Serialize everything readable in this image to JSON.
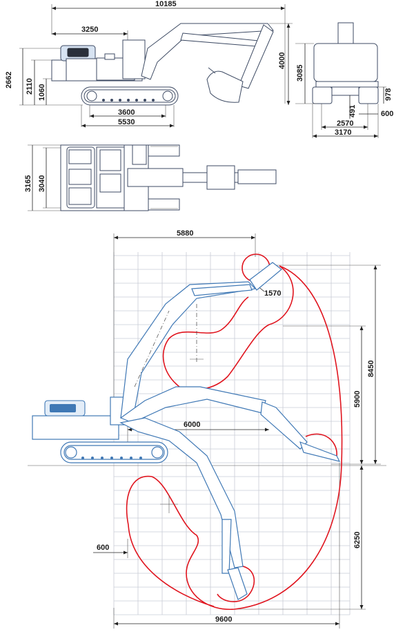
{
  "diagram": {
    "side_view": {
      "overall_length": "10185",
      "tail_to_pivot": "3250",
      "height_cab": "2662",
      "height_counterweight": "2110",
      "counterweight_clearance": "1060",
      "boom_height": "4000",
      "tumbler_distance": "3600",
      "track_length": "5530"
    },
    "front_view": {
      "cab_height": "3085",
      "track_height": "978",
      "ground_clearance": "491",
      "track_gauge": "2570",
      "overall_width": "3170",
      "shoe_width": "600"
    },
    "top_view": {
      "upper_width": "3165",
      "track_width": "3040"
    },
    "working_range": {
      "top_reach_offset": "5880",
      "bucket_radius": "1570",
      "max_dump_height": "5900",
      "max_dig_height": "8450",
      "reach_at_ground": "6000",
      "max_dig_depth": "6250",
      "swing_offset": "600",
      "max_reach": "9600"
    }
  }
}
